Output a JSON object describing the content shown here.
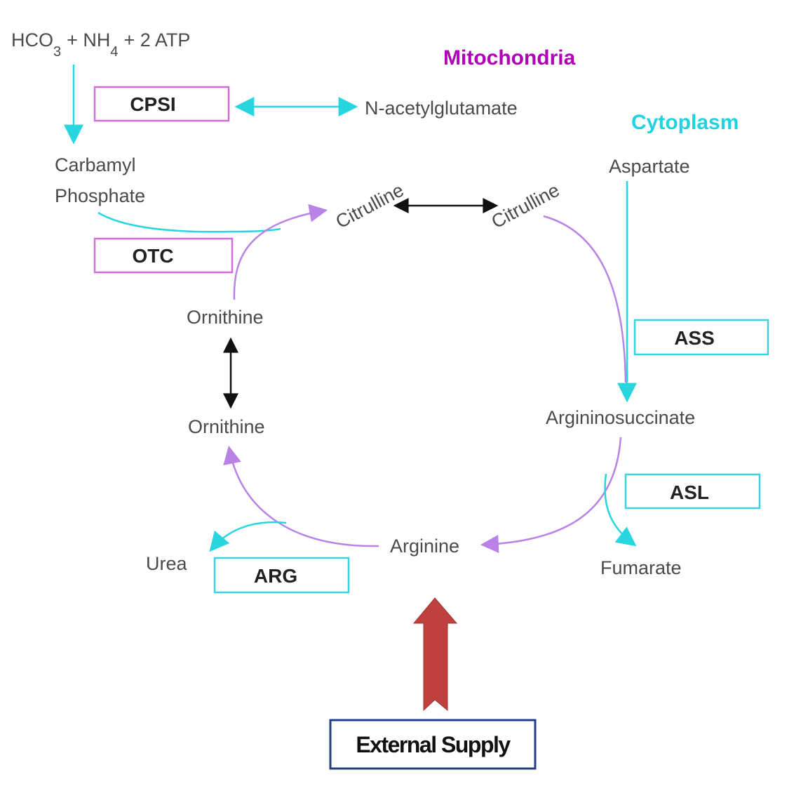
{
  "colors": {
    "mito": "#b000b8",
    "cyto": "#1fd3e0",
    "mito_box": "#d36ad9",
    "cyto_box": "#35d4e0",
    "cycle_arrow": "#b982e6",
    "feed_arrow": "#28d6e0",
    "exchange_arrow": "#111111",
    "supply_arrow": "#c0403d",
    "supply_box": "#1f3f8c"
  },
  "compartments": {
    "mitochondria": "Mitochondria",
    "cytoplasm": "Cytoplasm"
  },
  "reactants": {
    "hco": "HCO",
    "hco_sub": "3",
    "plus1": "+ NH",
    "nh_sub": "4",
    "plus2": "+ 2 ATP"
  },
  "metabolites": {
    "carbamyl": "Carbamyl",
    "phosphate": "Phosphate",
    "nag": "N-acetylglutamate",
    "citrulline_mito": "Citrulline",
    "citrulline_cyto": "Citrulline",
    "aspartate": "Aspartate",
    "argininosuccinate": "Argininosuccinate",
    "fumarate": "Fumarate",
    "arginine": "Arginine",
    "urea": "Urea",
    "ornithine_cyto": "Ornithine",
    "ornithine_mito": "Ornithine"
  },
  "enzymes": {
    "cpsi": "CPSI",
    "otc": "OTC",
    "ass": "ASS",
    "asl": "ASL",
    "arg": "ARG"
  },
  "external_supply": "External Supply"
}
